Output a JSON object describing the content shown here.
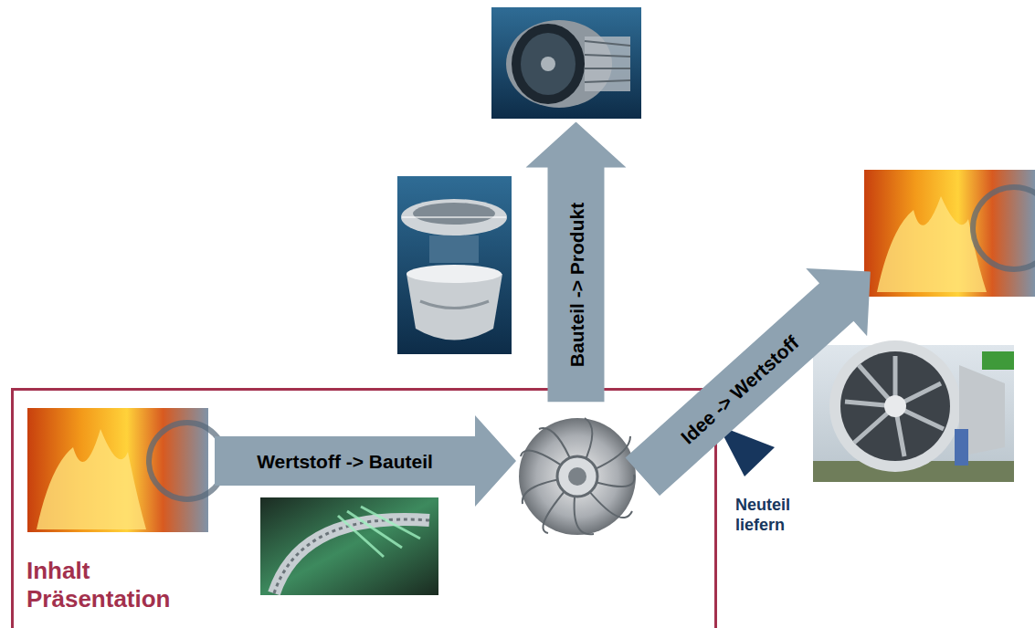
{
  "diagram": {
    "nodes": [
      {
        "text": [
          "Inhalt Präsentation"
        ]
      },
      {
        "text": [
          "Wertstoff -> Bauteil"
        ],
        "in": 0
      },
      {
        "text": [
          "Bauteil -> Produkt"
        ]
      },
      {
        "text": [
          "Idee -> Wertstoff"
        ]
      }
    ],
    "labels": [
      "Neuteil liefern"
    ]
  }
}
